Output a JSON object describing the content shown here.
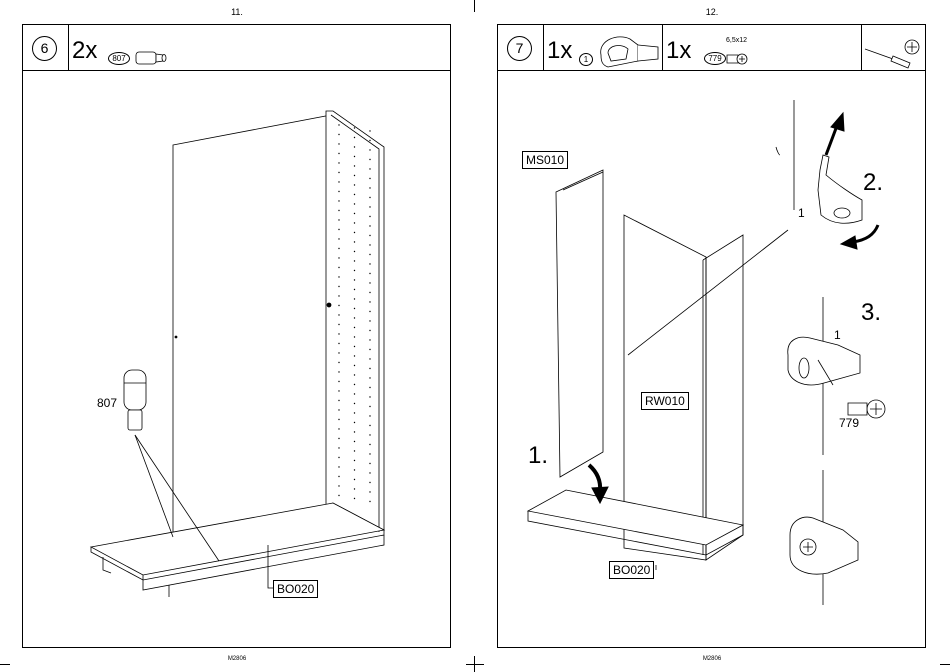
{
  "pages": [
    {
      "page_number": "11.",
      "footer": "M2806",
      "step": "6",
      "parts": [
        {
          "qty": "2x",
          "code": "807"
        }
      ],
      "labels": {
        "dowel": "807",
        "board": "BO020"
      }
    },
    {
      "page_number": "12.",
      "footer": "M2806",
      "step": "7",
      "parts": [
        {
          "qty": "1x",
          "code": "1"
        },
        {
          "qty": "1x",
          "code": "779",
          "size": "6,5x12"
        }
      ],
      "labels": {
        "side_panel": "MS010",
        "back_wall": "RW010",
        "base_board": "BO020",
        "sub1": "1.",
        "sub2": "2.",
        "sub3": "3.",
        "bracket_ref_a": "1",
        "bracket_ref_b": "1",
        "screw_ref": "779"
      }
    }
  ],
  "icons": [
    "dowel-icon",
    "bracket-icon",
    "screw-icon",
    "screwdriver-icon",
    "phillips-head-icon"
  ]
}
